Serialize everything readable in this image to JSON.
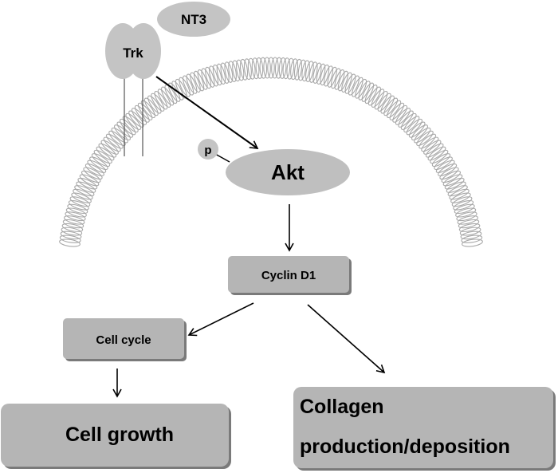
{
  "diagram": {
    "receptor": {
      "label": "Trk"
    },
    "ligand": {
      "label": "NT3"
    },
    "phospho": {
      "label": "p"
    },
    "akt": {
      "label": "Akt"
    },
    "cyclin": {
      "label": "Cyclin D1"
    },
    "cellcycle": {
      "label": "Cell cycle"
    },
    "growth": {
      "label": "Cell growth"
    },
    "collagen": {
      "line1": "Collagen",
      "line2": "production/deposition"
    },
    "colors": {
      "node_fill": "#bdbdbd",
      "box_fill": "#b5b5b5",
      "membrane": "#a8a8a8",
      "arrow": "#000000"
    }
  }
}
